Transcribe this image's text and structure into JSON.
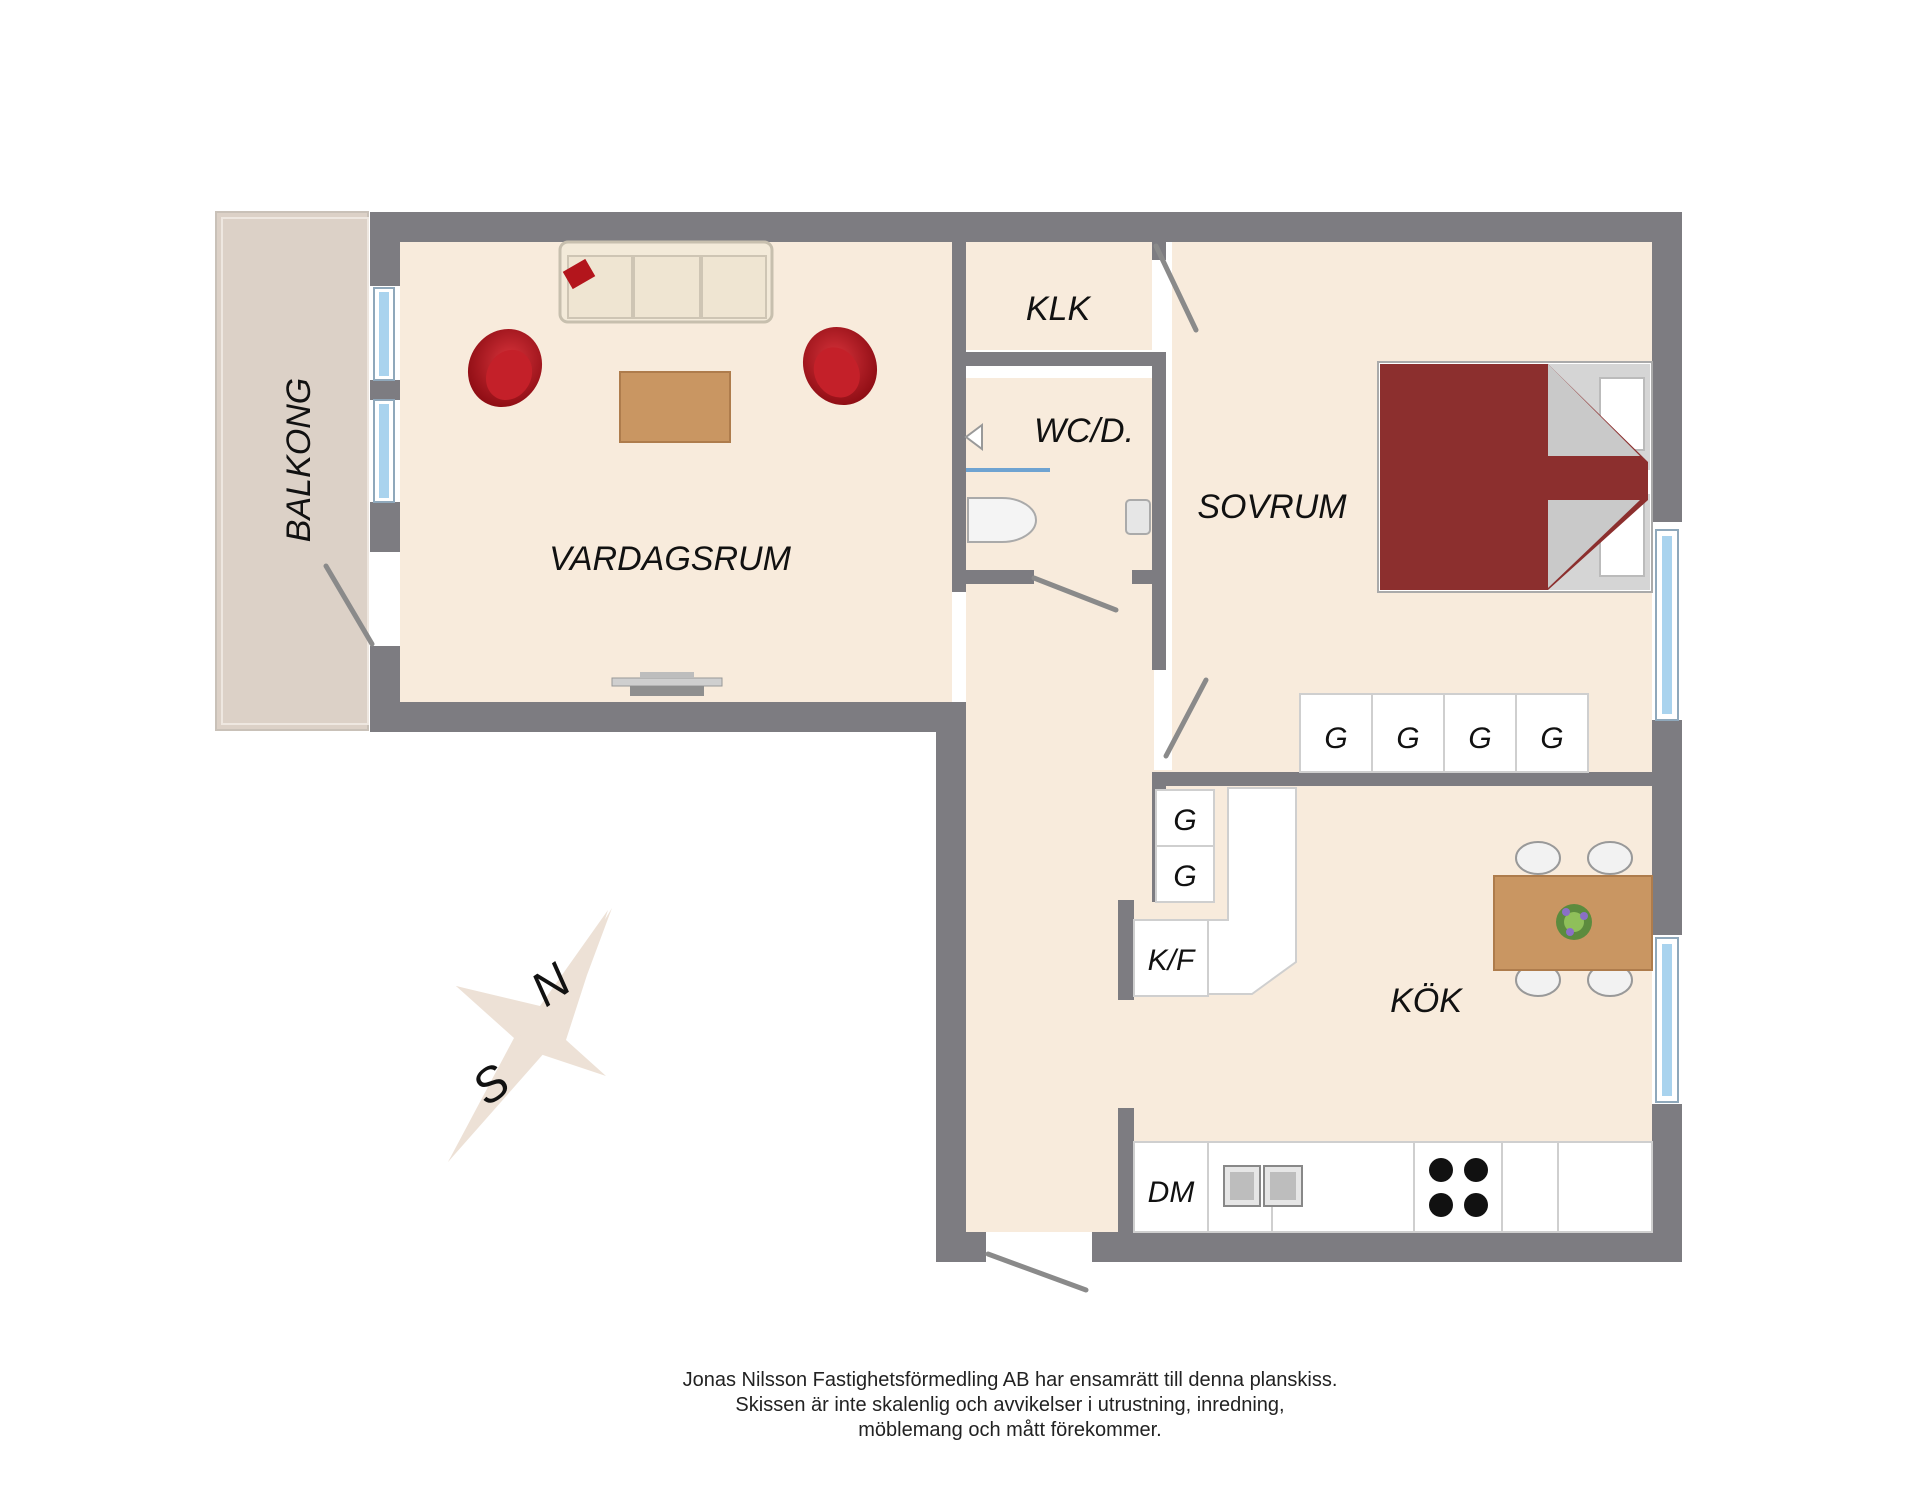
{
  "rooms": {
    "balcony": "BALKONG",
    "living_room": "VARDAGSRUM",
    "closet": "KLK",
    "wc": "WC/D.",
    "bedroom": "SOVRUM",
    "kitchen": "KÖK"
  },
  "cabinets": {
    "bedroom_wardrobes": [
      "G",
      "G",
      "G",
      "G"
    ],
    "hall_wardrobes": [
      "G",
      "G"
    ],
    "fridge_freezer": "K/F",
    "dishwasher": "DM"
  },
  "compass": {
    "north": "N",
    "south": "S"
  },
  "disclaimer": {
    "line1": "Jonas Nilsson Fastighetsförmedling AB har ensamrätt till denna planskiss.",
    "line2": "Skissen är inte skalenlig och avvikelser i utrustning, inredning,",
    "line3": "möblemang och mått förekommer."
  },
  "colors": {
    "wall": "#7d7c81",
    "floor": "#f8ebdc",
    "balcony": "#dcd1c7",
    "window": "#a9d3ee",
    "bed": "#8c2f2e",
    "chair": "#b3151c",
    "table": "#c99662"
  }
}
